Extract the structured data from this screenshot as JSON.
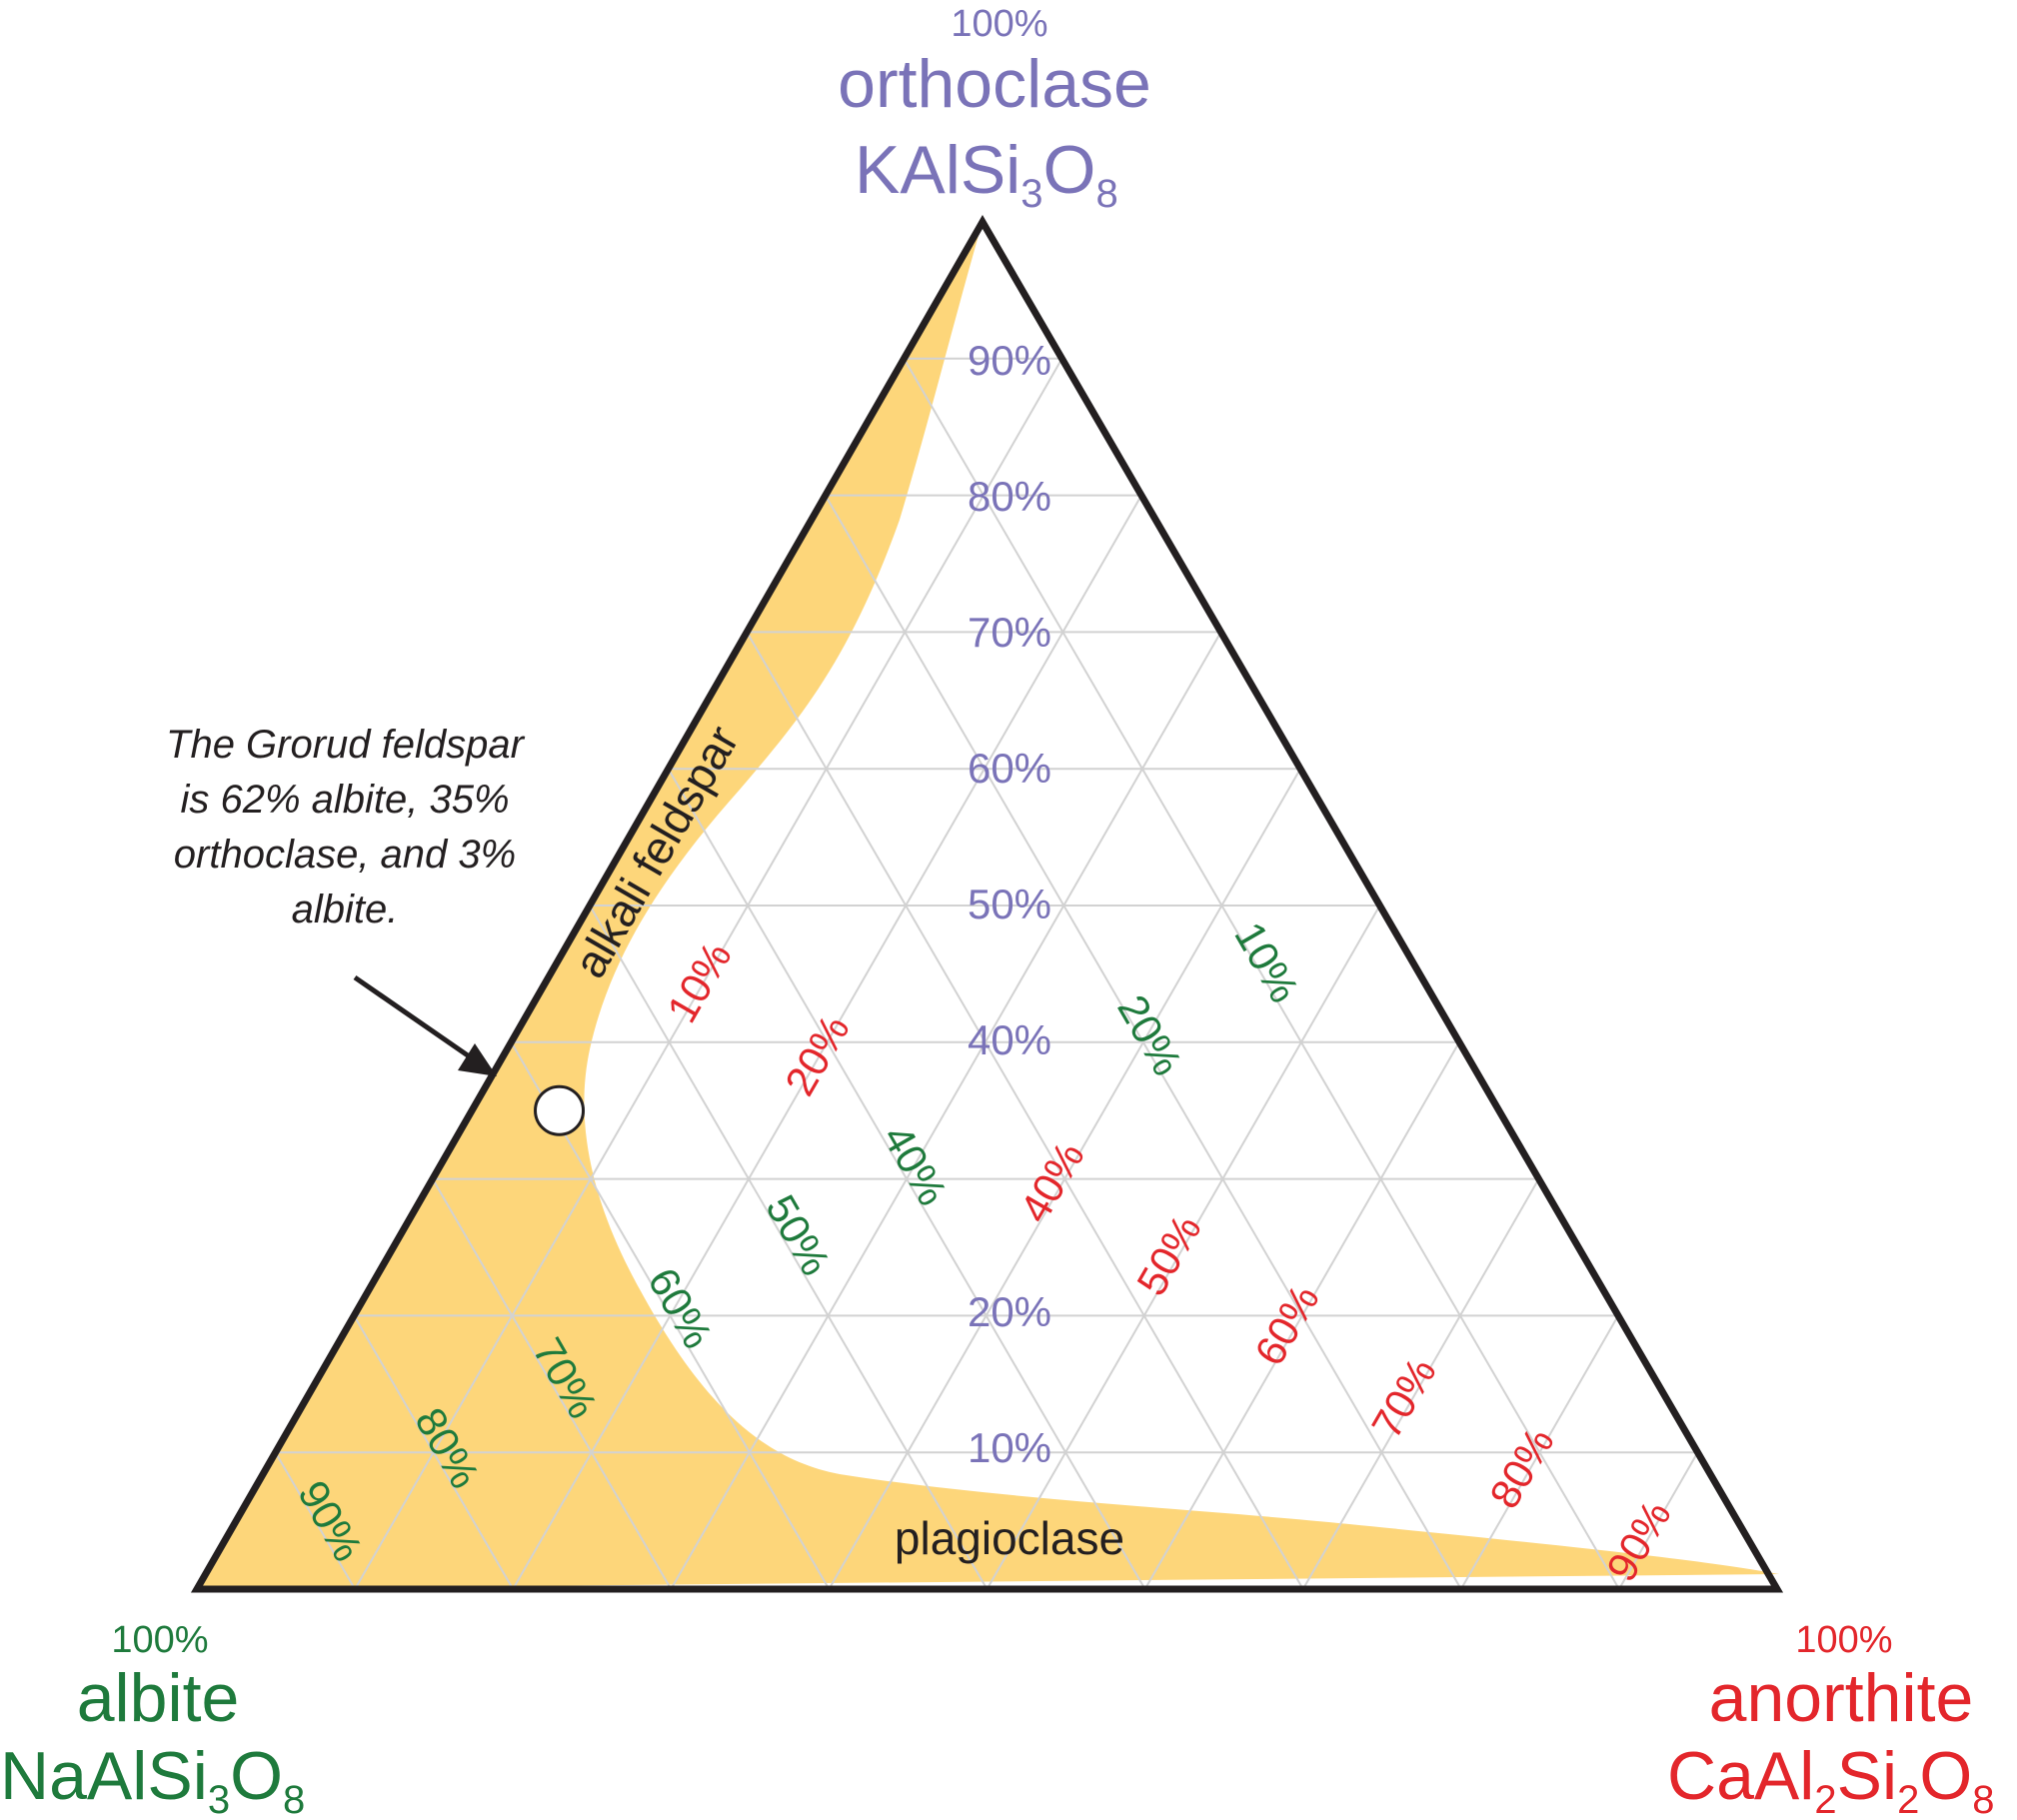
{
  "colors": {
    "orthoclase": "#7a73b8",
    "albite": "#1e7a3c",
    "anorthite": "#e3262b",
    "fill": "#fdd67a",
    "outline": "#231f20",
    "grid": "#d2d2d2"
  },
  "apexes": {
    "orthoclase": {
      "percent": "100%",
      "name": "orthoclase",
      "formula_main": "KAlSi",
      "sub1": "3",
      "formula_mid": "O",
      "sub2": "8"
    },
    "albite": {
      "percent": "100%",
      "name": "albite",
      "formula_main": "NaAlSi",
      "sub1": "3",
      "formula_mid": "O",
      "sub2": "8"
    },
    "anorthite": {
      "percent": "100%",
      "name": "anorthite",
      "formula_main": "CaAl",
      "sub1": "2",
      "formula_mid": "Si",
      "sub2": "2",
      "formula_end": "O",
      "sub3": "8"
    }
  },
  "ticks": {
    "orthoclase": [
      "90%",
      "80%",
      "70%",
      "60%",
      "50%",
      "40%",
      "20%",
      "10%"
    ],
    "albite": [
      "10%",
      "20%",
      "40%",
      "50%",
      "60%",
      "70%",
      "80%",
      "90%"
    ],
    "anorthite": [
      "10%",
      "20%",
      "40%",
      "50%",
      "60%",
      "70%",
      "80%",
      "90%"
    ]
  },
  "regions": {
    "alkali": "alkali feldspar",
    "plagioclase": "plagioclase"
  },
  "annotation": {
    "lines": [
      "The Grorud feldspar",
      "is 62% albite, 35%",
      "orthoclase, and 3%",
      "albite."
    ]
  },
  "sample_point": {
    "albite": 0.62,
    "orthoclase": 0.35,
    "anorthite": 0.03
  }
}
